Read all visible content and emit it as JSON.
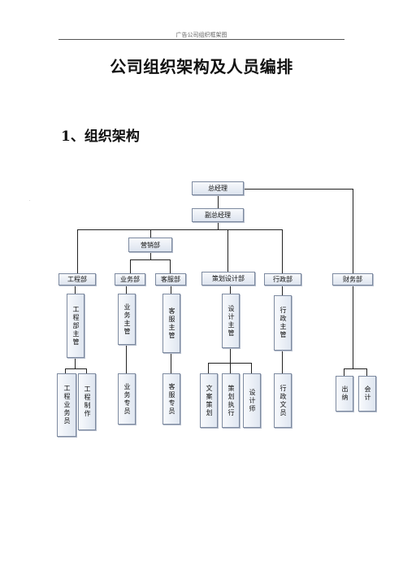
{
  "header": {
    "text": "广告公司组织框架图"
  },
  "title": "公司组织架构及人员编排",
  "section": {
    "title": "1、组织架构"
  },
  "stray_mark": "·",
  "org": {
    "general_manager": "总经理",
    "deputy_manager": "副总经理",
    "marketing_dept": "营销部",
    "departments": {
      "engineering": "工程部",
      "business": "业务部",
      "customer_service": "客服部",
      "planning_design": "策划设计部",
      "administration": "行政部",
      "finance": "财务部"
    },
    "supervisors": {
      "engineering": "工程部主管",
      "business": "业务主管",
      "customer_service": "客服主管",
      "planning_design": "设计主管",
      "administration": "行政主管"
    },
    "staff": {
      "engineering_sales": "工程业务员",
      "engineering_production": "工程制作",
      "business_specialist": "业务专员",
      "service_specialist": "客服专员",
      "copywriting_planning": "文案策划",
      "planning_execution": "策划执行",
      "designer": "设计师",
      "admin_clerk": "行政文员",
      "cashier": "出纳",
      "accountant": "会计"
    }
  }
}
